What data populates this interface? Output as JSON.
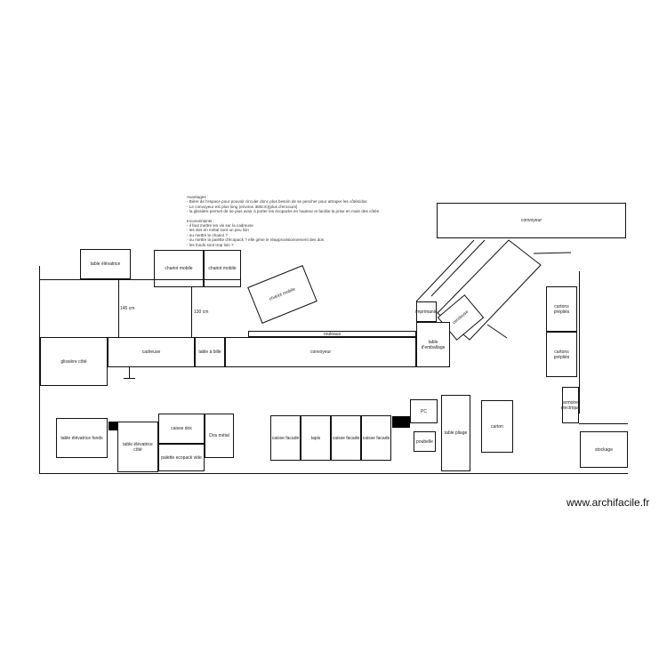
{
  "notes": {
    "advantages_title": "Avantages :",
    "advantages": [
      "- Bière de l'espace pour pouvoir circuler donc plus besoin de se pencher pour attraper les côtés/dos",
      "- Le convoyeur est plus long (environ 380cm)(plus d'encours)",
      "- la glissière permet de ne plus avoir à porter les écopacks en hauteur et facilite la prise en main des côtés"
    ],
    "disadvantages_title": "Inconvénients :",
    "disadvantages": [
      "- il faut mettre les vis sur la cadreuse",
      "- les dos en métal sont un peu loin",
      "- ou mettre le chariot ?",
      "- ou mettre la palette d'écopack ? elle gène le réapprovisionnement des dos",
      "- les fonds sont trop loin ?"
    ]
  },
  "labels": {
    "convoyeur_top": "convoyeur",
    "table_elevatrice": "table élévatrice",
    "chariot_mobile_1": "chariot mobile",
    "chariot_mobile_2": "chariot mobile",
    "chariot_mobile_rot": "chariot mobile",
    "dim_145": "145 cm",
    "dim_130": "130 cm",
    "glissiere": "glissière côté",
    "cadreuse": "cadreuse",
    "table_a_bille": "table à bille",
    "rouleaux": "rouleaux",
    "convoyeur_main": "convoyeur",
    "imprimante": "imprimante",
    "cercleuse": "cercleuse",
    "table_emballage": "table d'emballage",
    "cartons_1": "cartons prépliés",
    "cartons_2": "cartons prépliés",
    "armoire": "armoire électrique",
    "stockage": "stockage",
    "carton": "carton",
    "table_pliage": "table pliage",
    "pc": "PC",
    "poubelle": "poubelle",
    "caisse_facade_1": "caisse facade",
    "tapis": "tapis",
    "caisse_facade_2": "caisse facade",
    "caisse_facade_3": "caisse facade",
    "dos_metal": "Dos métal",
    "caisse_dos": "caisse dos",
    "palette_ecopack": "palette ecopack vide",
    "table_elevatrice_cote": "table élévatrice côté",
    "table_elevatrice_fonds": "table élévatrice fonds"
  },
  "watermark": "www.archifacile.fr"
}
